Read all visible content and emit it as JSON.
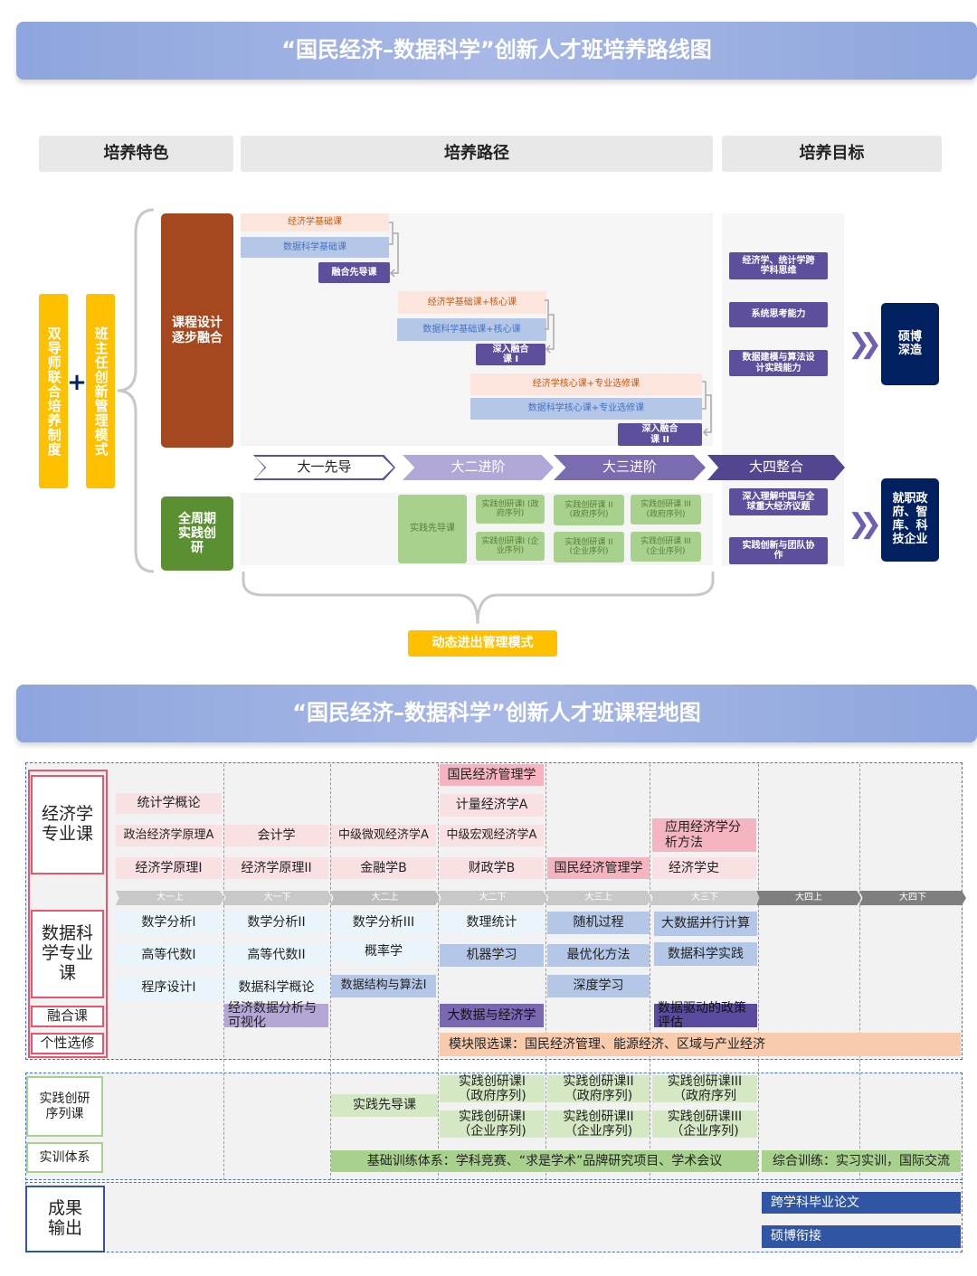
{
  "roadmap": {
    "title": "“国民经济–数据科学”创新人才班培养路线图",
    "headers": [
      "培养特色",
      "培养路径",
      "培养目标"
    ],
    "features": {
      "dual_mentor": "双导师联合培养制度",
      "plus": "+",
      "head_teacher": "班主任创新管理模式"
    },
    "pillars": {
      "course": "课程设计逐步融合",
      "practice": "全周期实践创研"
    },
    "courses": [
      "经济学基础课",
      "数据科学基础课",
      "融合先导课",
      "经济学基础课+核心课",
      "数据科学基础课+核心课",
      "深入融合课 I",
      "经济学核心课+专业选修课",
      "数据科学核心课+专业选修课",
      "深入融合课 II"
    ],
    "stages": [
      "大一先导",
      "大二进阶",
      "大三进阶",
      "大四整合"
    ],
    "practice": [
      "实践先导课",
      "实践创研课I (政府序列)",
      "实践创研课 II (政府序列)",
      "实践创研课 III (政府序列)",
      "实践创研课I (企业序列)",
      "实践创研课 II (企业序列)",
      "实践创研课 III (企业序列)"
    ],
    "goals": [
      "经济学、统计学跨学科思维",
      "系统思考能力",
      "数据建模与算法设计实践能力",
      "深入理解中国与全球重大经济议题",
      "实践创新与团队协作"
    ],
    "outcomes": [
      "硕博深造",
      "就职政府、智库、科技企业"
    ],
    "chevron": "❯❯",
    "dynamic": "动态进出管理模式"
  },
  "map": {
    "title": "“国民经济–数据科学”创新人才班课程地图",
    "labels": {
      "eco": "经济学专业课",
      "ds": "数据科学专业课",
      "fusion": "融合课",
      "elective": "个性选修",
      "practice": "实践创研序列课",
      "training": "实训体系",
      "output": "成果输出"
    },
    "semesters": [
      "大一上",
      "大一下",
      "大二上",
      "大二下",
      "大三上",
      "大三下",
      "大四上",
      "大四下"
    ],
    "eco_courses": [
      "统计学概论",
      "政治经济学原理A",
      "经济学原理I",
      "会计学",
      "经济学原理II",
      "中级微观经济学A",
      "金融学B",
      "国民经济管理学",
      "计量经济学A",
      "中级宏观经济学A",
      "财政学B",
      "国民经济管理学",
      "应用经济学分析方法",
      "经济学史"
    ],
    "ds_courses": [
      "数学分析I",
      "高等代数I",
      "程序设计I",
      "数学分析II",
      "高等代数II",
      "数据科学概论",
      "数学分析III",
      "概率学",
      "数据结构与算法I",
      "数理统计",
      "机器学习",
      "随机过程",
      "最优化方法",
      "深度学习",
      "大数据并行计算",
      "数据科学实践"
    ],
    "fusion_courses": [
      "经济数据分析与可视化",
      "大数据与经济学",
      "数据驱动的政策评估"
    ],
    "elective": "模块限选课：国民经济管理、能源经济、区域与产业经济",
    "practice_courses": [
      "实践先导课",
      "实践创研课I（政府序列)",
      "实践创研课II（政府序列)",
      "实践创研课III（政府序列",
      "实践创研课I（企业序列)",
      "实践创研课II（企业序列)",
      "实践创研课III（企业序列)"
    ],
    "training": [
      "基础训练体系：学科竞赛、“求是学术”品牌研究项目、学术会议",
      "综合训练：实习实训，国际交流"
    ],
    "outputs": [
      "跨学科毕业论文",
      "硕博衔接"
    ]
  }
}
